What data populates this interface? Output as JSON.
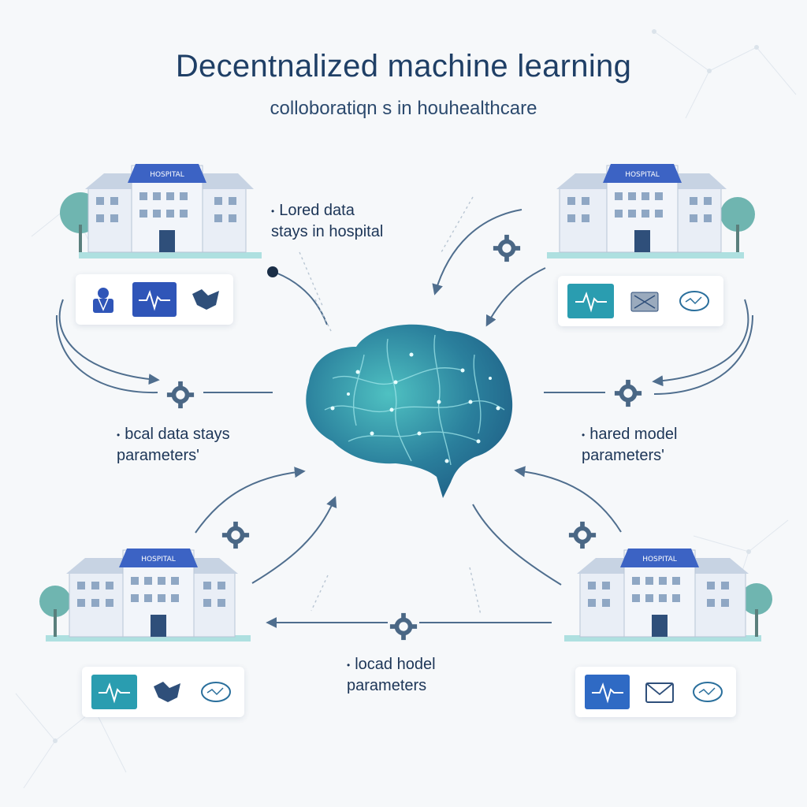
{
  "header": {
    "title": "Decentnalized machine learning",
    "subtitle": "colloboratiqn s in houhealthcare"
  },
  "labels": {
    "top_center": [
      "Lored data",
      "stays in hospital"
    ],
    "left_middle": [
      "bcal data stays",
      "parameters'"
    ],
    "right_middle": [
      "hared model",
      "parameters'"
    ],
    "bottom_center": [
      "locad hodel",
      "parameters"
    ]
  },
  "hospital_signs": {
    "top_left": "HOSPITAL",
    "top_right": "HOSPITAL",
    "bottom_left": "HOSPITAL",
    "bottom_right": "HOSPITAL"
  },
  "colors": {
    "navy": "#1f3f66",
    "roof_blue": "#3c63c4",
    "teal": "#2a9db0",
    "brain_teal": "#2e8aa0",
    "arrow": "#4f6e8e"
  },
  "icons": {
    "central": "brain-network-icon",
    "sync": "gear-sync-icon",
    "monitor": "ecg-monitor-icon",
    "doctor": "doctor-icon",
    "records": "medical-records-icon",
    "cloud": "cloud-data-icon"
  }
}
